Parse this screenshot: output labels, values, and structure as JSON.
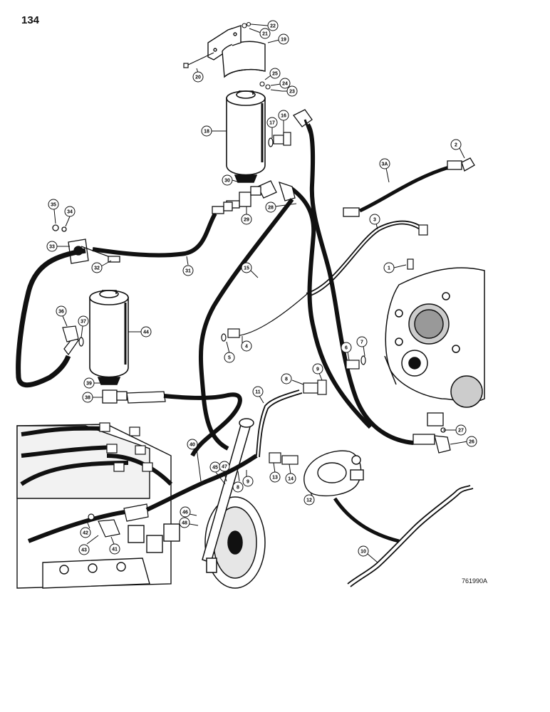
{
  "page": {
    "number": "134",
    "figure_code": "761990A"
  },
  "colors": {
    "ink": "#111111",
    "paper": "#ffffff"
  },
  "callouts": [
    {
      "id": "c1",
      "label": "1"
    },
    {
      "id": "c2",
      "label": "2"
    },
    {
      "id": "c3",
      "label": "3"
    },
    {
      "id": "c3a",
      "label": "3A"
    },
    {
      "id": "c4",
      "label": "4"
    },
    {
      "id": "c5",
      "label": "5"
    },
    {
      "id": "c6",
      "label": "6"
    },
    {
      "id": "c7",
      "label": "7"
    },
    {
      "id": "c8a",
      "label": "8"
    },
    {
      "id": "c9a",
      "label": "9"
    },
    {
      "id": "c8b",
      "label": "8"
    },
    {
      "id": "c9b",
      "label": "9"
    },
    {
      "id": "c10",
      "label": "10"
    },
    {
      "id": "c11",
      "label": "11"
    },
    {
      "id": "c12",
      "label": "12"
    },
    {
      "id": "c13",
      "label": "13"
    },
    {
      "id": "c14",
      "label": "14"
    },
    {
      "id": "c15",
      "label": "15"
    },
    {
      "id": "c16",
      "label": "16"
    },
    {
      "id": "c17",
      "label": "17"
    },
    {
      "id": "c18",
      "label": "18"
    },
    {
      "id": "c19",
      "label": "19"
    },
    {
      "id": "c20",
      "label": "20"
    },
    {
      "id": "c21",
      "label": "21"
    },
    {
      "id": "c22",
      "label": "22"
    },
    {
      "id": "c23",
      "label": "23"
    },
    {
      "id": "c24",
      "label": "24"
    },
    {
      "id": "c25",
      "label": "25"
    },
    {
      "id": "c26",
      "label": "26"
    },
    {
      "id": "c27",
      "label": "27"
    },
    {
      "id": "c28",
      "label": "28"
    },
    {
      "id": "c29",
      "label": "29"
    },
    {
      "id": "c30",
      "label": "30"
    },
    {
      "id": "c31",
      "label": "31"
    },
    {
      "id": "c32",
      "label": "32"
    },
    {
      "id": "c33",
      "label": "33"
    },
    {
      "id": "c34",
      "label": "34"
    },
    {
      "id": "c35",
      "label": "35"
    },
    {
      "id": "c36",
      "label": "36"
    },
    {
      "id": "c37",
      "label": "37"
    },
    {
      "id": "c38",
      "label": "38"
    },
    {
      "id": "c39",
      "label": "39"
    },
    {
      "id": "c40",
      "label": "40"
    },
    {
      "id": "c41",
      "label": "41"
    },
    {
      "id": "c42",
      "label": "42"
    },
    {
      "id": "c43",
      "label": "43"
    },
    {
      "id": "c44",
      "label": "44"
    },
    {
      "id": "c45",
      "label": "45"
    },
    {
      "id": "c46",
      "label": "46"
    },
    {
      "id": "c47",
      "label": "47"
    },
    {
      "id": "c48",
      "label": "48"
    }
  ]
}
